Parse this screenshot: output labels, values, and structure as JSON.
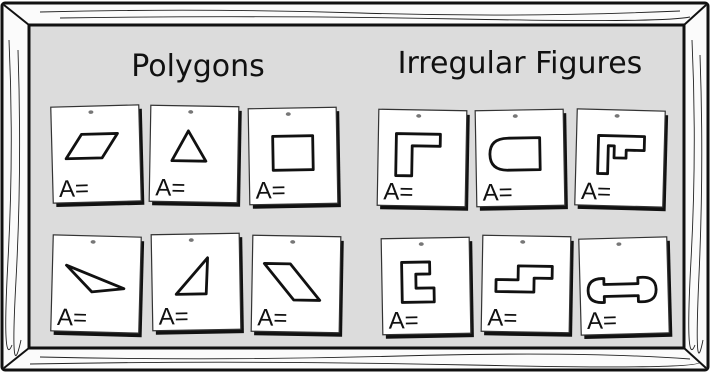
{
  "board": {
    "sections": [
      {
        "title": "Polygons",
        "cards": [
          {
            "shape": "parallelogram",
            "label": "A="
          },
          {
            "shape": "triangle",
            "label": "A="
          },
          {
            "shape": "square",
            "label": "A="
          },
          {
            "shape": "obtuse-triangle",
            "label": "A="
          },
          {
            "shape": "right-triangle",
            "label": "A="
          },
          {
            "shape": "slanted-parallelogram",
            "label": "A="
          }
        ]
      },
      {
        "title": "Irregular Figures",
        "cards": [
          {
            "shape": "l-shape",
            "label": "A="
          },
          {
            "shape": "rounded-rectangle",
            "label": "A="
          },
          {
            "shape": "step-shape",
            "label": "A="
          },
          {
            "shape": "c-shape",
            "label": "A="
          },
          {
            "shape": "z-shape",
            "label": "A="
          },
          {
            "shape": "dumbbell",
            "label": "A="
          }
        ]
      }
    ]
  }
}
